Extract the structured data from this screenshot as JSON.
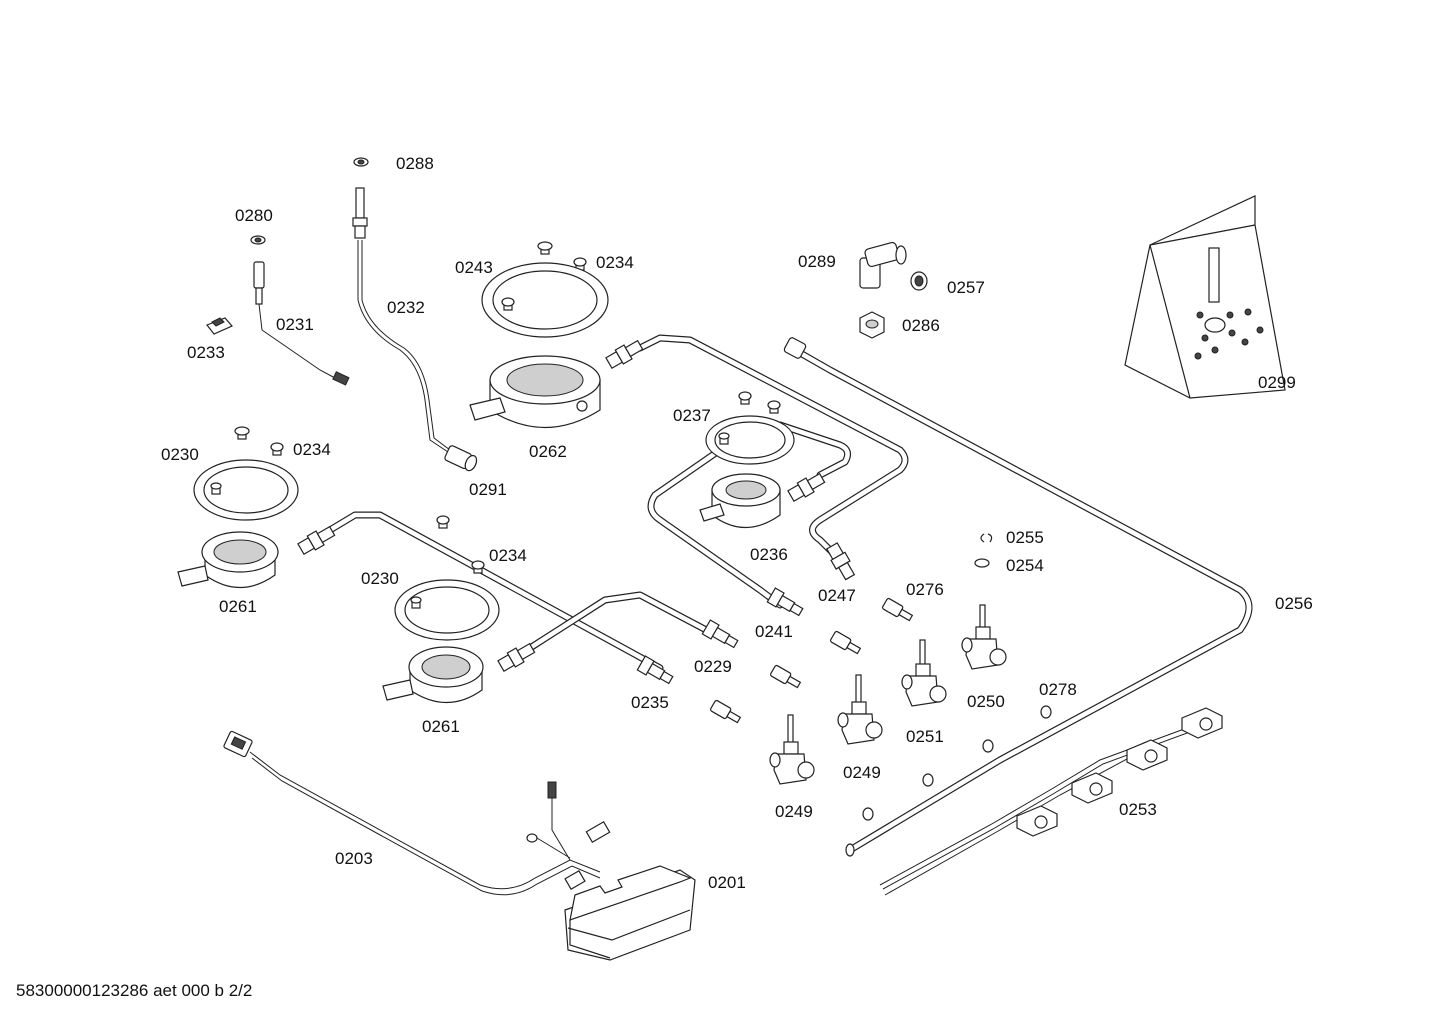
{
  "labels": {
    "p0288": "0288",
    "p0280": "0280",
    "p0231": "0231",
    "p0233": "0233",
    "p0232": "0232",
    "p0243": "0243",
    "p0234a": "0234",
    "p0262": "0262",
    "p0291": "0291",
    "p0289": "0289",
    "p0257": "0257",
    "p0286": "0286",
    "p0299": "0299",
    "p0237": "0237",
    "p0236": "0236",
    "p0247": "0247",
    "p0230a": "0230",
    "p0234b": "0234",
    "p0261a": "0261",
    "p0234c": "0234",
    "p0230b": "0230",
    "p0261b": "0261",
    "p0229": "0229",
    "p0235": "0235",
    "p0241": "0241",
    "p0255": "0255",
    "p0254": "0254",
    "p0276": "0276",
    "p0256": "0256",
    "p0250": "0250",
    "p0278": "0278",
    "p0251": "0251",
    "p0249a": "0249",
    "p0249b": "0249",
    "p0253": "0253",
    "p0203": "0203",
    "p0201": "0201"
  },
  "footer": "58300000123286 aet 000 b 2/2"
}
